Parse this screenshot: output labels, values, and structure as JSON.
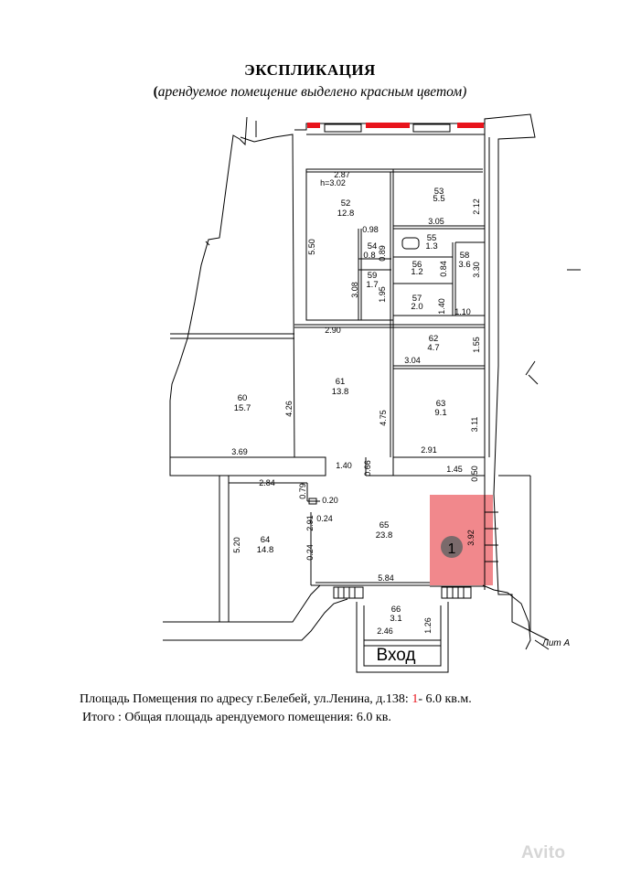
{
  "header": {
    "title": "ЭКСПЛИКАЦИЯ",
    "subtitle_open": "(",
    "subtitle_text": "арендуемое помещение выделено красным цветом)"
  },
  "plan": {
    "rooms": {
      "r52": {
        "num": "52",
        "area": "12.8"
      },
      "r53": {
        "num": "53",
        "area": "5.5"
      },
      "r54": {
        "num": "54",
        "area": "0.8"
      },
      "r55": {
        "num": "55",
        "area": "1.3"
      },
      "r56": {
        "num": "56",
        "area": "1.2"
      },
      "r57": {
        "num": "57",
        "area": "2.0"
      },
      "r58": {
        "num": "58",
        "area": "3.6"
      },
      "r59": {
        "num": "59",
        "area": "1.7"
      },
      "r60": {
        "num": "60",
        "area": "15.7"
      },
      "r61": {
        "num": "61",
        "area": "13.8"
      },
      "r62": {
        "num": "62",
        "area": "4.7"
      },
      "r63": {
        "num": "63",
        "area": "9.1"
      },
      "r64": {
        "num": "64",
        "area": "14.8"
      },
      "r65": {
        "num": "65",
        "area": "23.8"
      },
      "r66": {
        "num": "66",
        "area": "3.1"
      }
    },
    "dims": {
      "d287": "2.87",
      "h302": "h=3.02",
      "d550": "5.50",
      "d098": "0.98",
      "d212": "2.12",
      "d305": "3.05",
      "d308": "3.08",
      "d195": "1.95",
      "d084": "0.84",
      "d330": "3.30",
      "d140a": "1.40",
      "d110": "1.10",
      "d290": "2.90",
      "d155": "1.55",
      "d304": "3.04",
      "d426": "4.26",
      "d475": "4.75",
      "d311": "3.11",
      "d369": "3.69",
      "d140b": "1.40",
      "d066": "0.66",
      "d291a": "2.91",
      "d145": "1.45",
      "d050": "0.50",
      "d284": "2.84",
      "d079": "0.79",
      "d020": "0.20",
      "d291b": "2.91",
      "d024a": "0.24",
      "d520": "5.20",
      "d024b": "0.24",
      "d392": "3.92",
      "d584": "5.84",
      "d246": "2.46",
      "d126": "1.26",
      "d089": "0.89"
    },
    "highlight_label": "1",
    "entrance_label": "Вход",
    "lit_label": "Лит А",
    "highlight_color": "#f07b80",
    "accent_red": "#e8141c"
  },
  "footer": {
    "line1_before": "Площадь Помещения по адресу г.Белебей, ул.Ленина, д.138: ",
    "line1_num": "1",
    "line1_after": "- 6.0 кв.м.",
    "line2": "Итого : Общая площадь арендуемого помещения: 6.0 кв."
  },
  "watermark": "Avito"
}
